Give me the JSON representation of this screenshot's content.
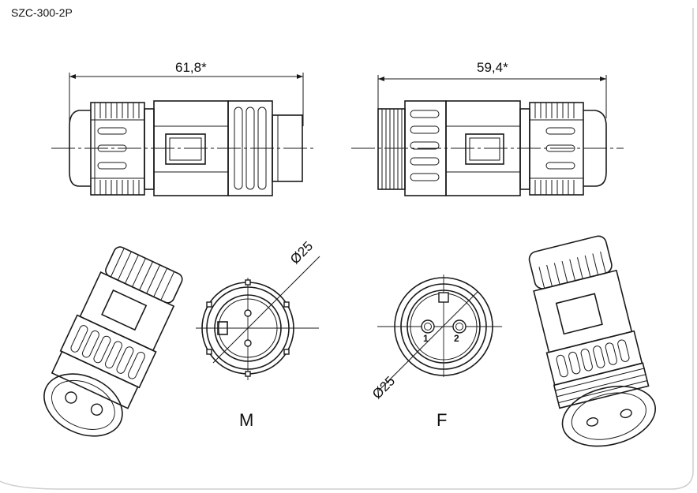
{
  "model": "SZC-300-2P",
  "dimensions": {
    "male_length": "61,8*",
    "female_length": "59,4*",
    "male_diameter": "Ø25",
    "female_diameter": "Ø25"
  },
  "face_labels": {
    "male": "M",
    "female": "F"
  },
  "pins": [
    "1",
    "2"
  ],
  "colors": {
    "line": "#1a1a1a",
    "background": "#ffffff"
  }
}
